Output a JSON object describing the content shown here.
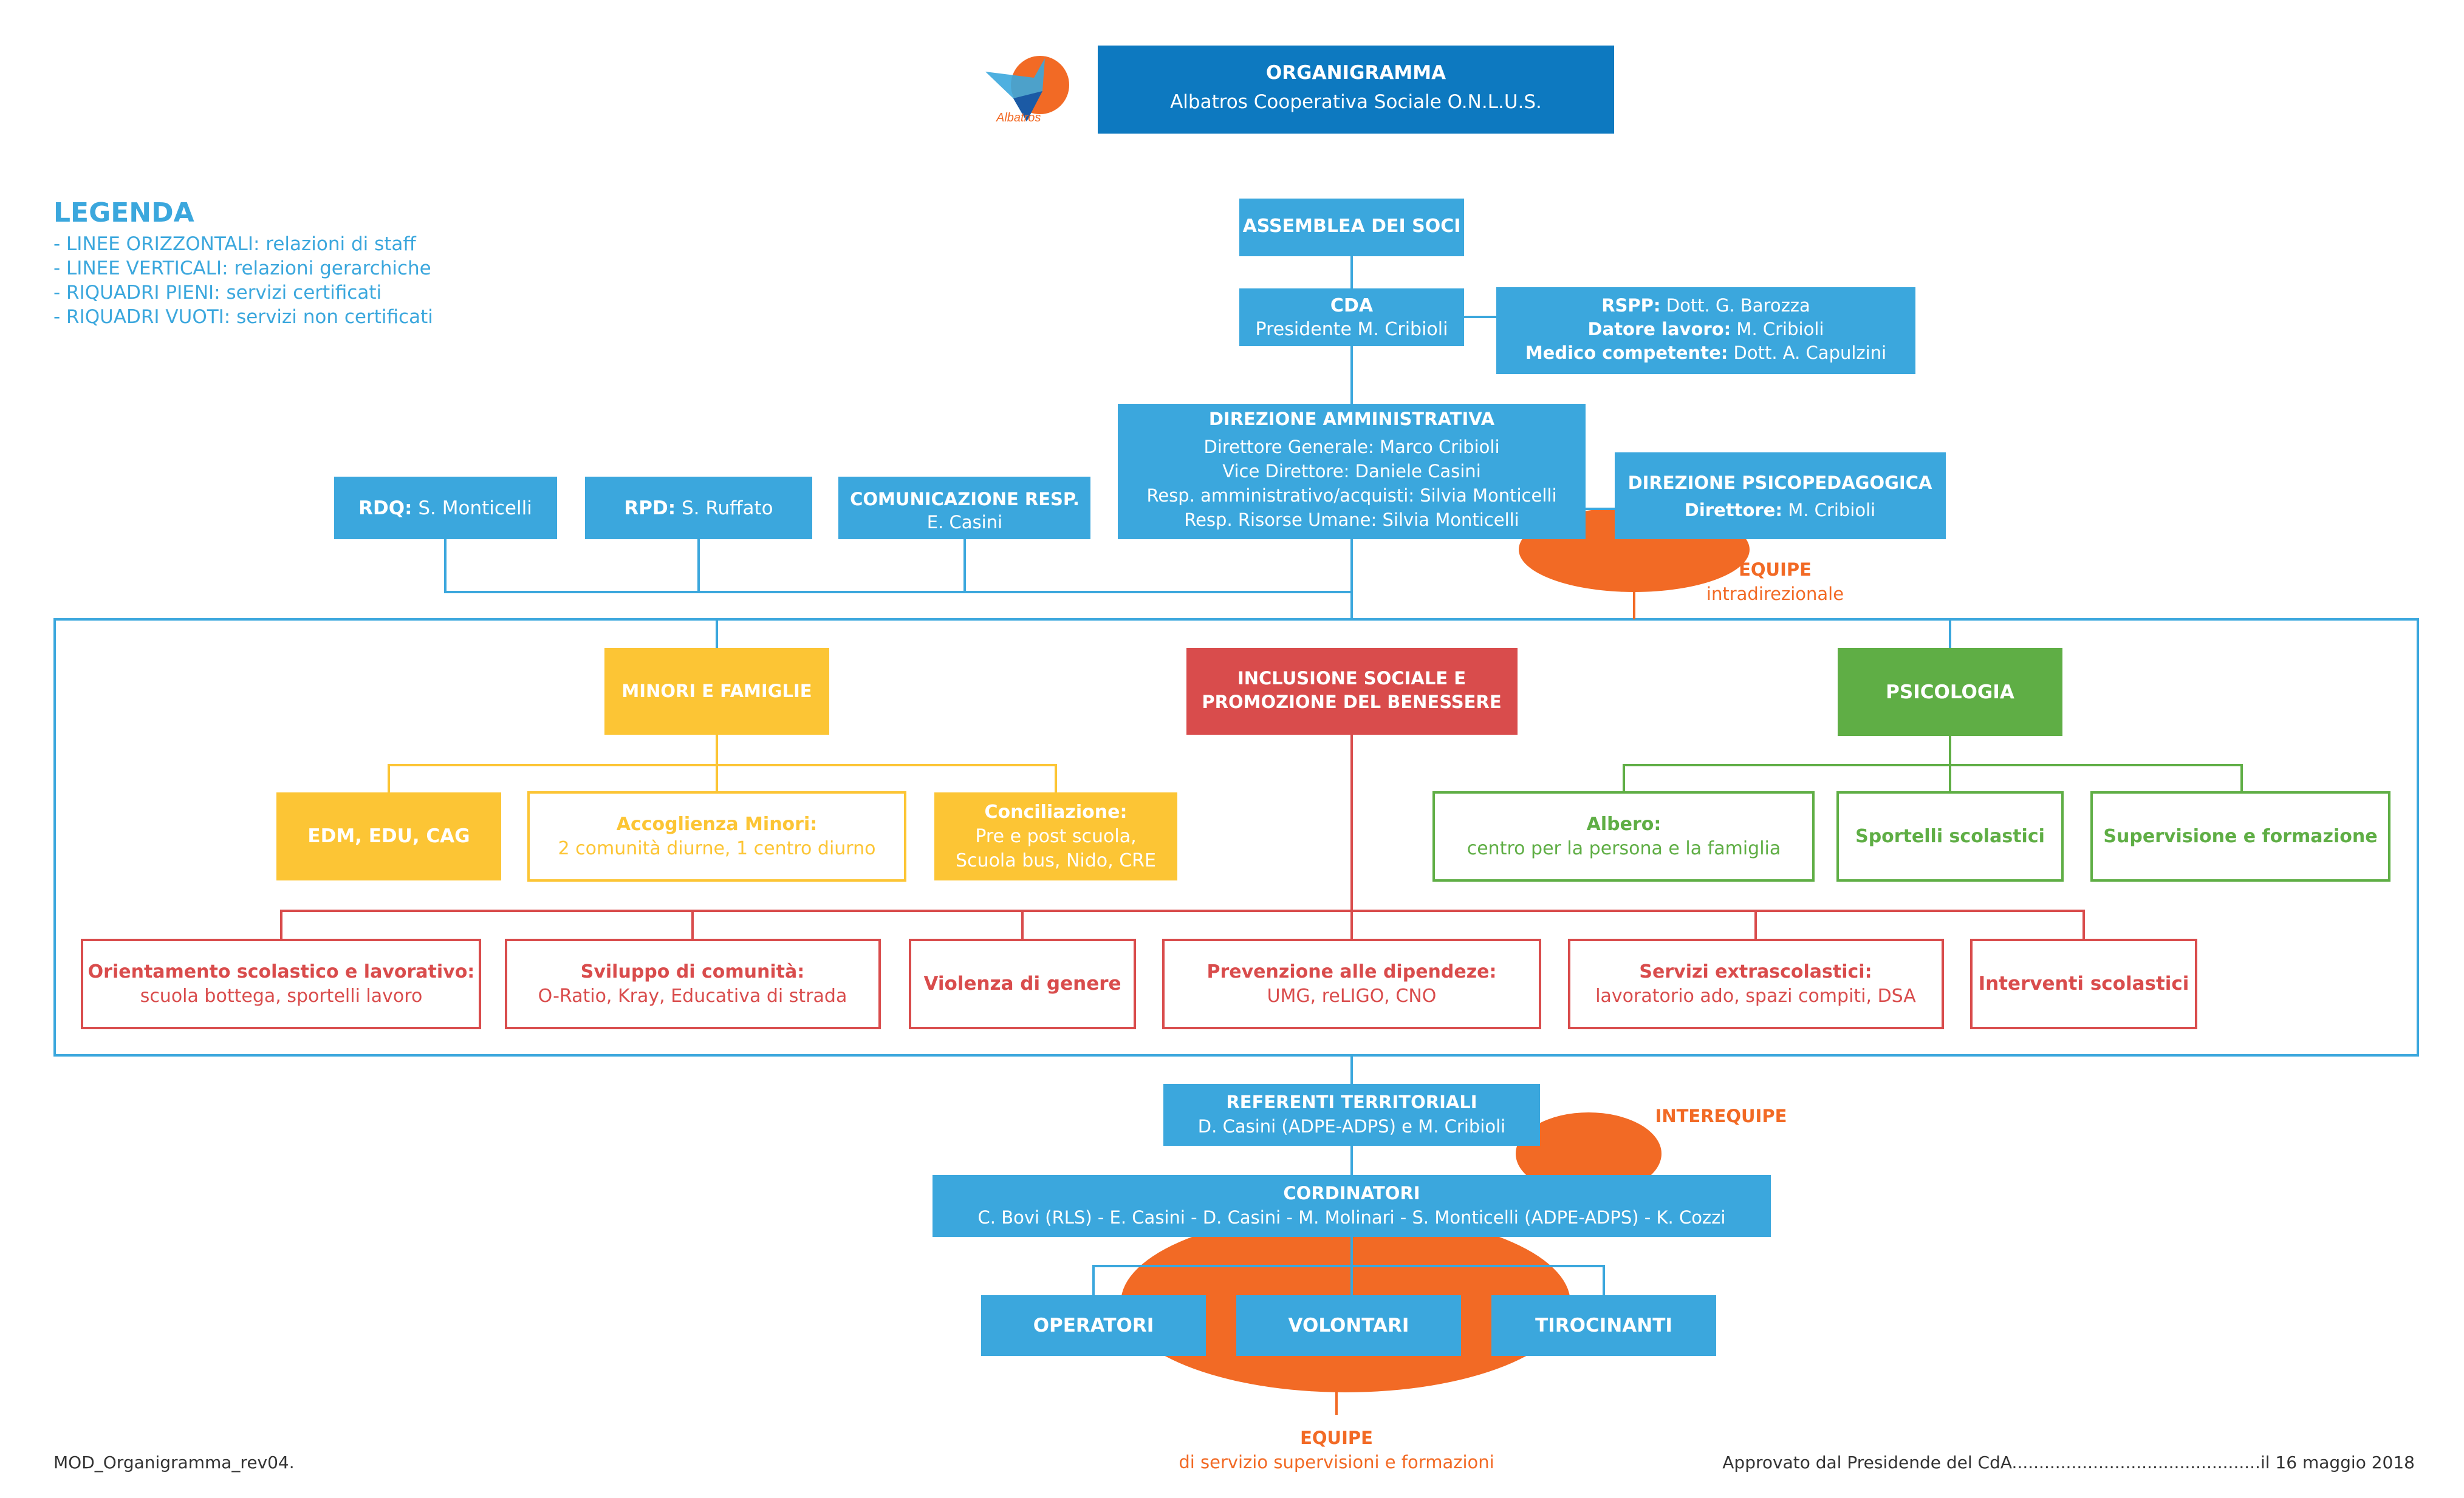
{
  "colors": {
    "blue": "#3ba7dd",
    "header_blue": "#0d79c0",
    "yellow": "#fcc535",
    "red": "#d94c4c",
    "green": "#5fae45",
    "orange": "#f26a25",
    "text_dark": "#333333"
  },
  "logo": {
    "icon": "albatros-bird-logo-icon",
    "text": "Albatros"
  },
  "header": {
    "title": "ORGANIGRAMMA",
    "subtitle": "Albatros Cooperativa Sociale O.N.L.U.S."
  },
  "legend": {
    "title": "LEGENDA",
    "items": [
      "- LINEE ORIZZONTALI: relazioni di staff",
      "- LINEE VERTICALI: relazioni gerarchiche",
      "- RIQUADRI PIENI: servizi certificati",
      "- RIQUADRI VUOTI: servizi non certificati"
    ]
  },
  "assemblea": {
    "title": "ASSEMBLEA DEI SOCI"
  },
  "cda": {
    "title": "CDA",
    "line": "Presidente M. Cribioli"
  },
  "safety": {
    "rspp_label": "RSPP:",
    "rspp_value": " Dott. G. Barozza",
    "datore_label": "Datore lavoro:",
    "datore_value": " M. Cribioli",
    "medico_label": "Medico competente:",
    "medico_value": " Dott. A. Capulzini"
  },
  "direzione_amm": {
    "title": "DIREZIONE AMMINISTRATIVA",
    "lines": [
      "Direttore Generale: Marco Cribioli",
      "Vice Direttore: Daniele Casini",
      "Resp. amministrativo/acquisti: Silvia Monticelli",
      "Resp. Risorse Umane: Silvia Monticelli"
    ]
  },
  "staff": {
    "rdq_label": "RDQ:",
    "rdq_value": " S. Monticelli",
    "rpd_label": "RPD:",
    "rpd_value": " S. Ruffato",
    "com_title": "COMUNICAZIONE RESP.",
    "com_value": "E. Casini"
  },
  "direzione_psico": {
    "title": "DIREZIONE PSICOPEDAGOGICA",
    "label": "Direttore:",
    "value": " M. Cribioli"
  },
  "equipe_intra": {
    "title": "EQUIPE",
    "subtitle": "intradirezionale"
  },
  "areas": {
    "minori": "MINORI E FAMIGLIE",
    "inclusione": [
      "INCLUSIONE SOCIALE E",
      "PROMOZIONE DEL BENESSERE"
    ],
    "psicologia": "PSICOLOGIA"
  },
  "minori_services": {
    "edm": "EDM, EDU, CAG",
    "accoglienza_title": "Accoglienza Minori:",
    "accoglienza_line": "2 comunità diurne, 1 centro diurno",
    "conciliazione_title": "Conciliazione:",
    "conciliazione_lines": [
      "Pre e post scuola,",
      "Scuola bus, Nido, CRE"
    ]
  },
  "psico_services": {
    "albero_title": "Albero:",
    "albero_line": "centro per la persona e la famiglia",
    "sportelli": "Sportelli scolastici",
    "supervisione": "Supervisione e formazione"
  },
  "inclusione_services": [
    {
      "title": "Orientamento scolastico e lavorativo:",
      "line": "scuola bottega, sportelli lavoro"
    },
    {
      "title": "Sviluppo di comunità:",
      "line": "O-Ratio, Kray, Educativa di strada"
    },
    {
      "title": "Violenza di genere",
      "line": ""
    },
    {
      "title": "Prevenzione alle dipendeze:",
      "line": "UMG, reLIGO, CNO"
    },
    {
      "title": "Servizi extrascolastici:",
      "line": "lavoratorio ado, spazi compiti, DSA"
    },
    {
      "title": "Interventi scolastici",
      "line": ""
    }
  ],
  "referenti": {
    "title": "REFERENTI TERRITORIALI",
    "line": "D. Casini (ADPE-ADPS) e M. Cribioli"
  },
  "interequipe": "INTEREQUIPE",
  "coordinatori": {
    "title": "CORDINATORI",
    "line": "C. Bovi (RLS) - E. Casini - D. Casini - M. Molinari - S. Monticelli (ADPE-ADPS) - K. Cozzi"
  },
  "staff_bottom": {
    "operatori": "OPERATORI",
    "volontari": "VOLONTARI",
    "tirocinanti": "TIROCINANTI"
  },
  "equipe_servizio": {
    "title": "EQUIPE",
    "subtitle": "di servizio supervisioni e formazioni"
  },
  "footer": {
    "left": "MOD_Organigramma_rev04.",
    "right": "Approvato dal Presidende del CdA..............................................il 16 maggio 2018"
  }
}
